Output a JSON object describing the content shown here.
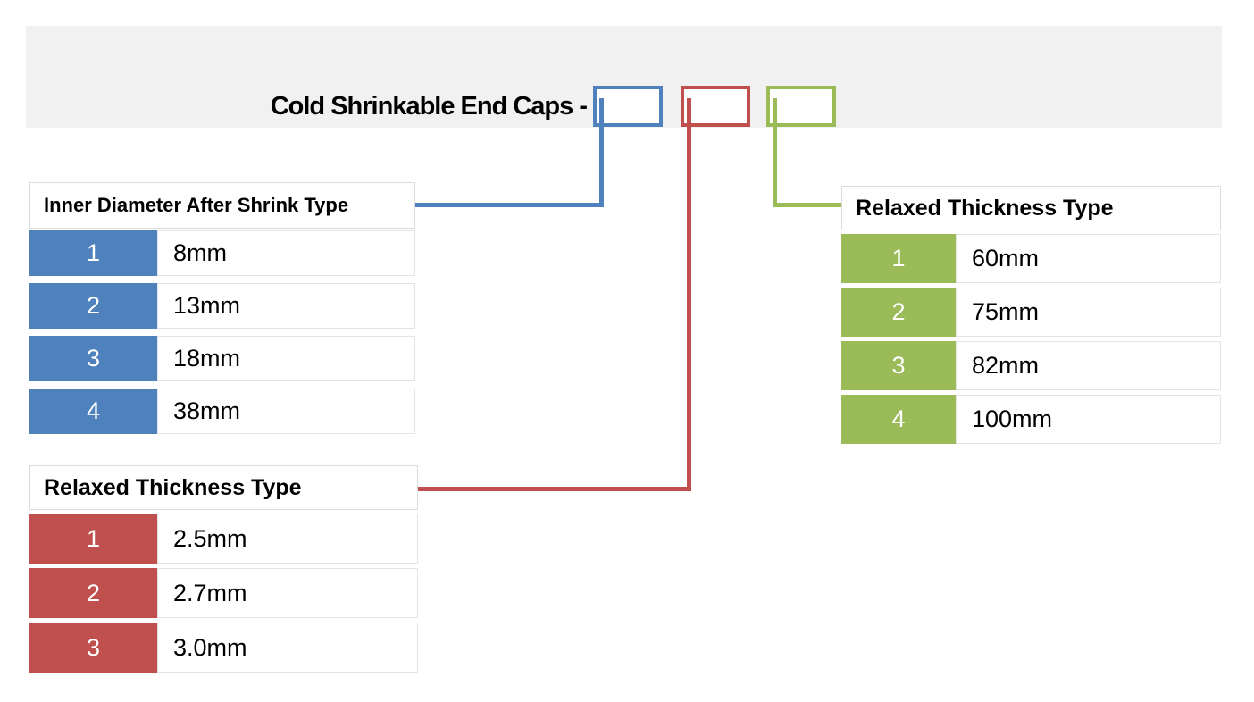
{
  "title": {
    "text": "Cold Shrinkable End Caps -"
  },
  "colors": {
    "blue_accent": "#4f81bd",
    "red_accent": "#c0504d",
    "green_accent": "#9bbb59",
    "band_background": "#f1f1f1",
    "table_border": "#dcdcdc",
    "code_cell_text": "#ffffff",
    "value_text": "#000000"
  },
  "code_boxes": [
    {
      "value": "",
      "color": "#4f81bd"
    },
    {
      "value": "",
      "color": "#c0504d"
    },
    {
      "value": "",
      "color": "#9bbb59"
    }
  ],
  "tables": [
    {
      "header": "Inner Diameter After Shrink Type",
      "accent_color": "#4f81bd",
      "rows": [
        {
          "code": "1",
          "value": "8mm"
        },
        {
          "code": "2",
          "value": "13mm"
        },
        {
          "code": "3",
          "value": "18mm"
        },
        {
          "code": "4",
          "value": "38mm"
        }
      ]
    },
    {
      "header": "Relaxed Thickness Type",
      "accent_color": "#c0504d",
      "rows": [
        {
          "code": "1",
          "value": "2.5mm"
        },
        {
          "code": "2",
          "value": "2.7mm"
        },
        {
          "code": "3",
          "value": "3.0mm"
        }
      ]
    },
    {
      "header": "Relaxed Thickness Type",
      "accent_color": "#9bbb59",
      "rows": [
        {
          "code": "1",
          "value": "60mm"
        },
        {
          "code": "2",
          "value": "75mm"
        },
        {
          "code": "3",
          "value": "82mm"
        },
        {
          "code": "4",
          "value": "100mm"
        }
      ]
    }
  ]
}
